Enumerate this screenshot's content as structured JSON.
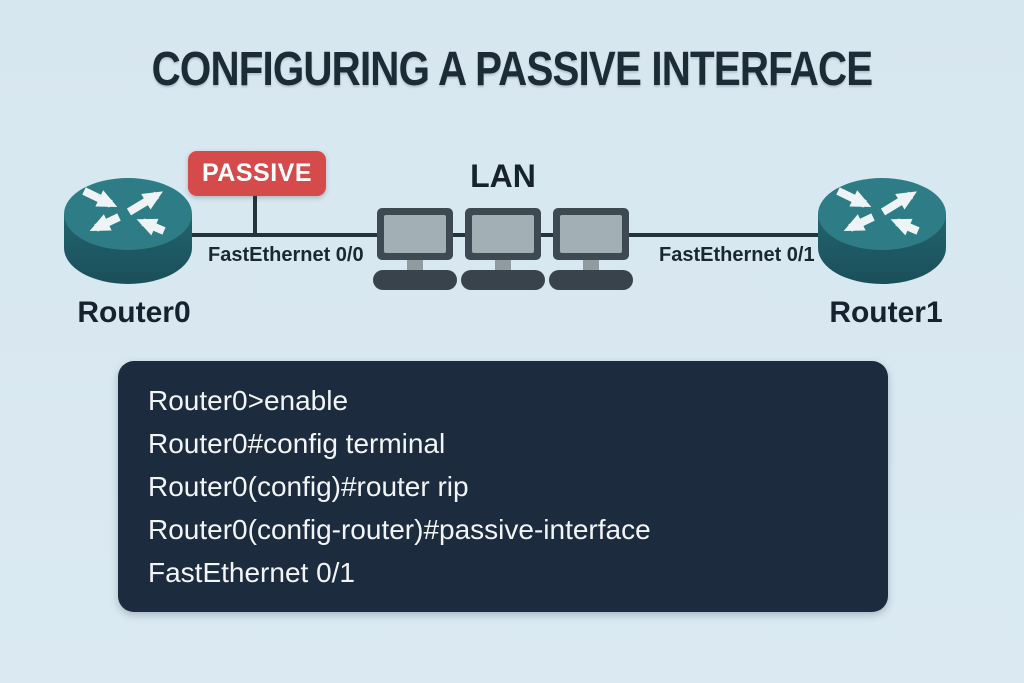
{
  "title": "CONFIGURING A PASSIVE INTERFACE",
  "diagram": {
    "passive_badge": "PASSIVE",
    "lan_label": "LAN",
    "router0": {
      "name": "Router0",
      "interface": "FastEthernet 0/0"
    },
    "router1": {
      "name": "Router1",
      "interface": "FastEthernet 0/1"
    }
  },
  "terminal": {
    "lines": [
      "Router0>enable",
      "Router0#config terminal",
      "Router0(config)#router rip",
      "Router0(config-router)#passive-interface",
      "FastEthernet 0/1"
    ]
  },
  "colors": {
    "background": "#d9e8f0",
    "title_text": "#1d2b37",
    "router_teal_top": "#2e7d86",
    "router_teal_side": "#20606a",
    "badge_red": "#d54b4b",
    "line_dark": "#27333c",
    "terminal_bg": "#1d2b3e",
    "terminal_text": "#f2f5f7",
    "pc_frame": "#3e4a52",
    "pc_screen": "#a2b0b5"
  }
}
